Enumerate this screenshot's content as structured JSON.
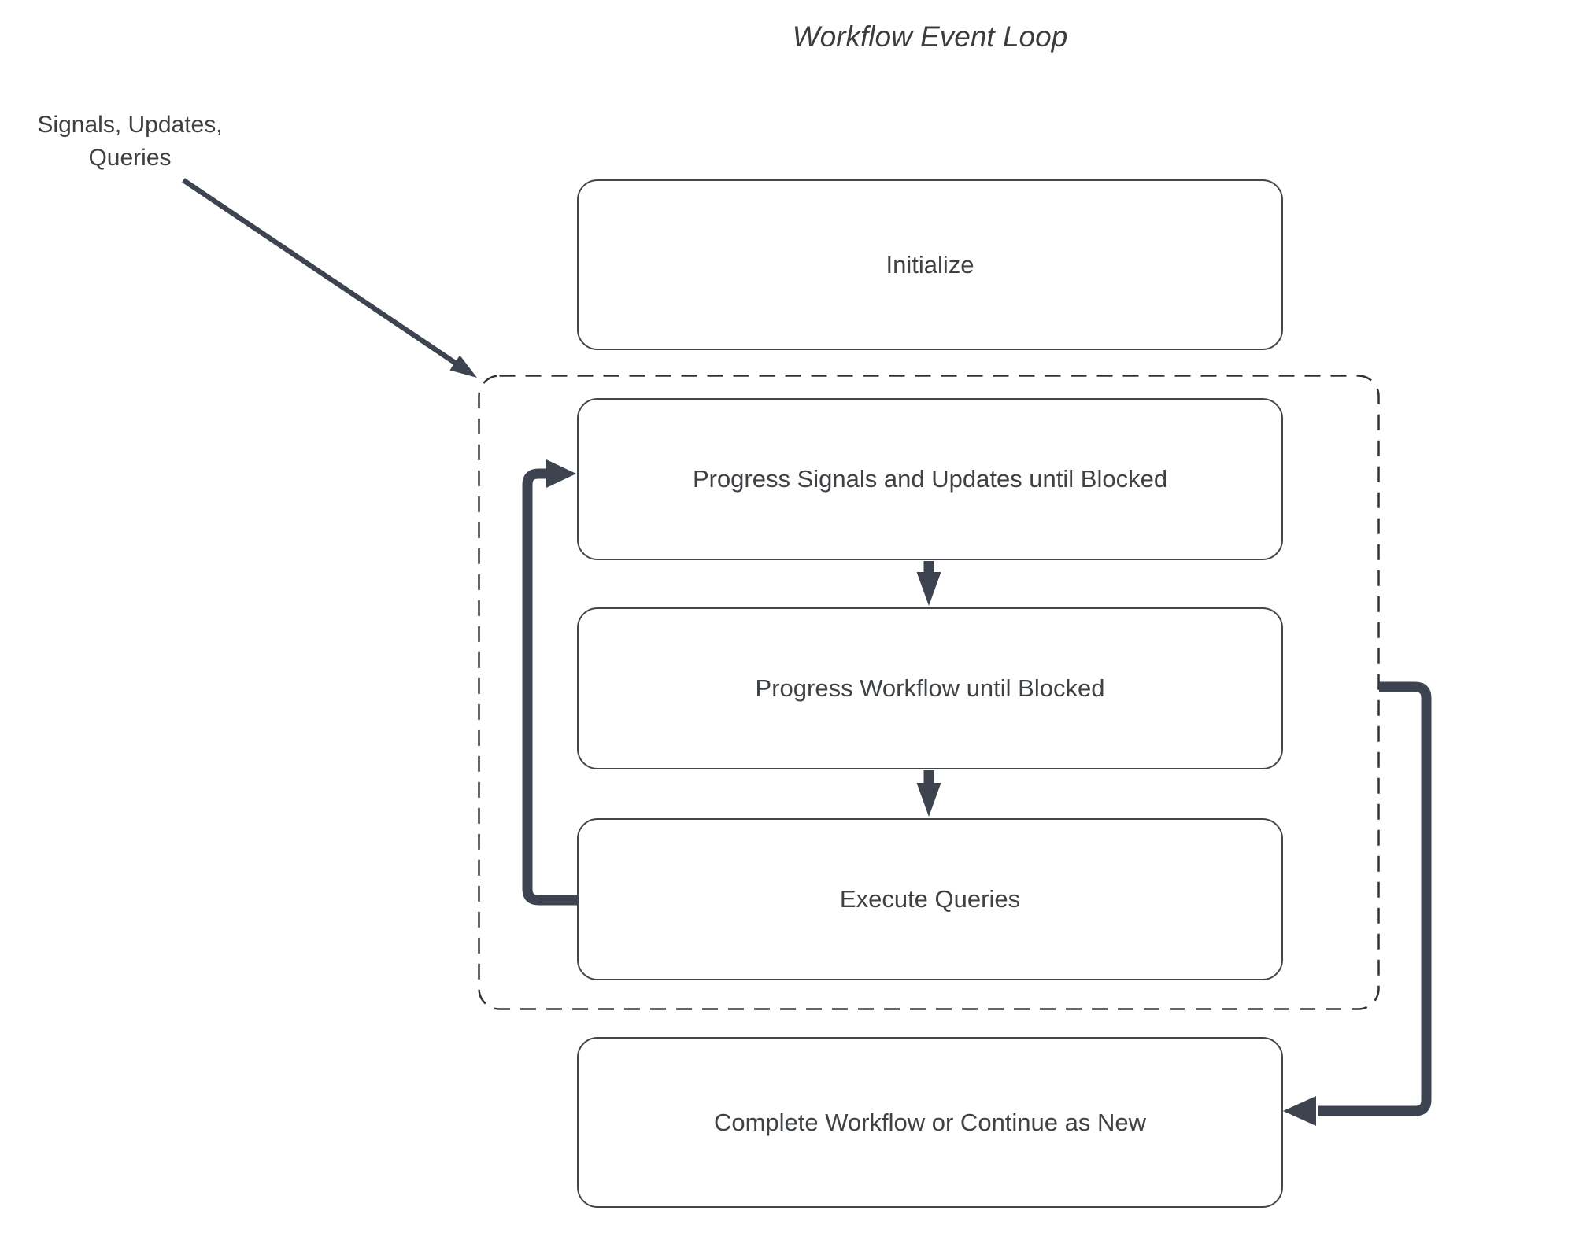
{
  "diagram": {
    "title": "Workflow Event Loop",
    "external_input_label": "Signals, Updates,\nQueries",
    "nodes": {
      "initialize": "Initialize",
      "progress_signals": "Progress Signals and Updates until Blocked",
      "progress_workflow": "Progress Workflow until Blocked",
      "execute_queries": "Execute Queries",
      "complete": "Complete Workflow or Continue as New"
    },
    "colors": {
      "arrow": "#3d4450",
      "node_border": "#41464b",
      "dashed_border": "#2f3337",
      "text": "#3f4245",
      "background": "#ffffff"
    }
  }
}
